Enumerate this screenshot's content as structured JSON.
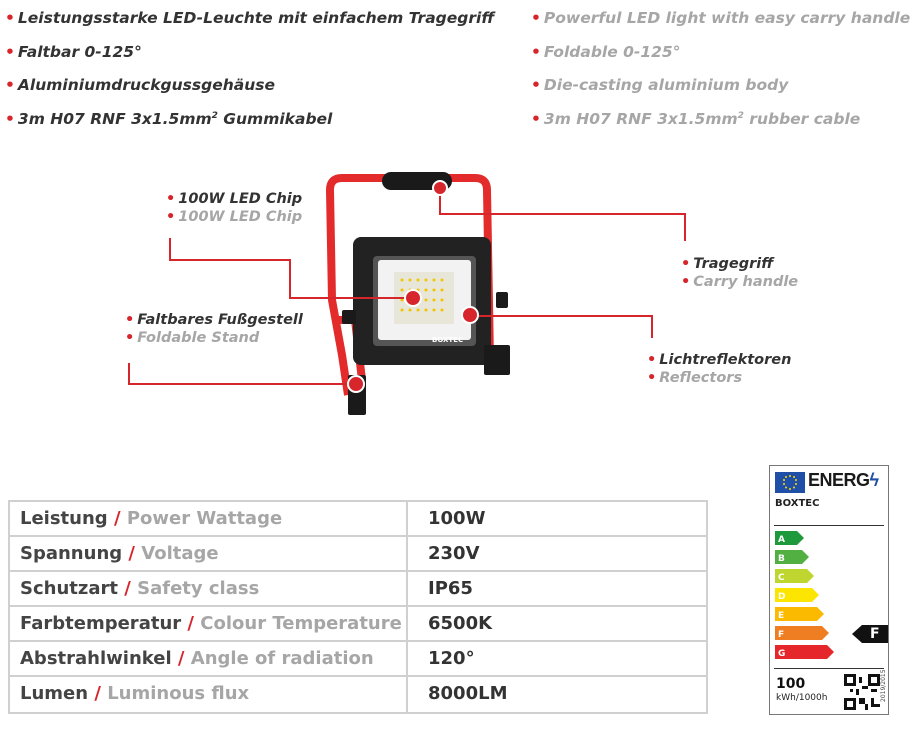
{
  "features": [
    {
      "de": "Leistungsstarke LED-Leuchte mit einfachem Tragegriff",
      "en": "Powerful LED light with easy carry handle"
    },
    {
      "de": "Faltbar 0-125°",
      "en": "Foldable 0-125°"
    },
    {
      "de": "Aluminiumdruckgussgehäuse",
      "en": "Die-casting aluminium body"
    },
    {
      "de_pre": "3m H07 RNF 3x1.5mm",
      "de_post": " Gummikabel",
      "en_pre": "3m H07 RNF 3x1.5mm",
      "en_post": " rubber cable",
      "sup": "2"
    }
  ],
  "callouts": {
    "chip": {
      "de": "100W LED Chip",
      "en": "100W LED Chip"
    },
    "stand": {
      "de": "Faltbares Fußgestell",
      "en": "Foldable Stand"
    },
    "handle": {
      "de": "Tragegriff",
      "en": "Carry handle"
    },
    "reflector": {
      "de": "Lichtreflektoren",
      "en": "Reflectors"
    }
  },
  "product_logo": "BOXTEC",
  "specs": [
    {
      "label_de": "Leistung",
      "label_en": "Power Wattage",
      "value": "100W"
    },
    {
      "label_de": "Spannung",
      "label_en": "Voltage",
      "value": "230V"
    },
    {
      "label_de": "Schutzart",
      "label_en": "Safety class",
      "value": "IP65"
    },
    {
      "label_de": "Farbtemperatur",
      "label_en": "Colour Temperature",
      "value": "6500K"
    },
    {
      "label_de": "Abstrahlwinkel",
      "label_en": "Angle of radiation",
      "value": "120°"
    },
    {
      "label_de": "Lumen",
      "label_en": "Luminous flux",
      "value": "8000LM"
    }
  ],
  "slash": "/",
  "energy_label": {
    "title": "ENERG",
    "brand": "BOXTEC",
    "classes": [
      {
        "letter": "A",
        "color": "#1e9a3c"
      },
      {
        "letter": "B",
        "color": "#52b043"
      },
      {
        "letter": "C",
        "color": "#bfd630"
      },
      {
        "letter": "D",
        "color": "#fce500"
      },
      {
        "letter": "E",
        "color": "#fbb900"
      },
      {
        "letter": "F",
        "color": "#ef7d22"
      },
      {
        "letter": "G",
        "color": "#e5262b"
      }
    ],
    "current_class": "F",
    "consumption": "100",
    "consumption_unit": "kWh/1000h",
    "reg_number": "2019/2015"
  },
  "colors": {
    "accent": "#d6262c",
    "text_dark": "#333333",
    "text_light": "#a6a6a6"
  }
}
